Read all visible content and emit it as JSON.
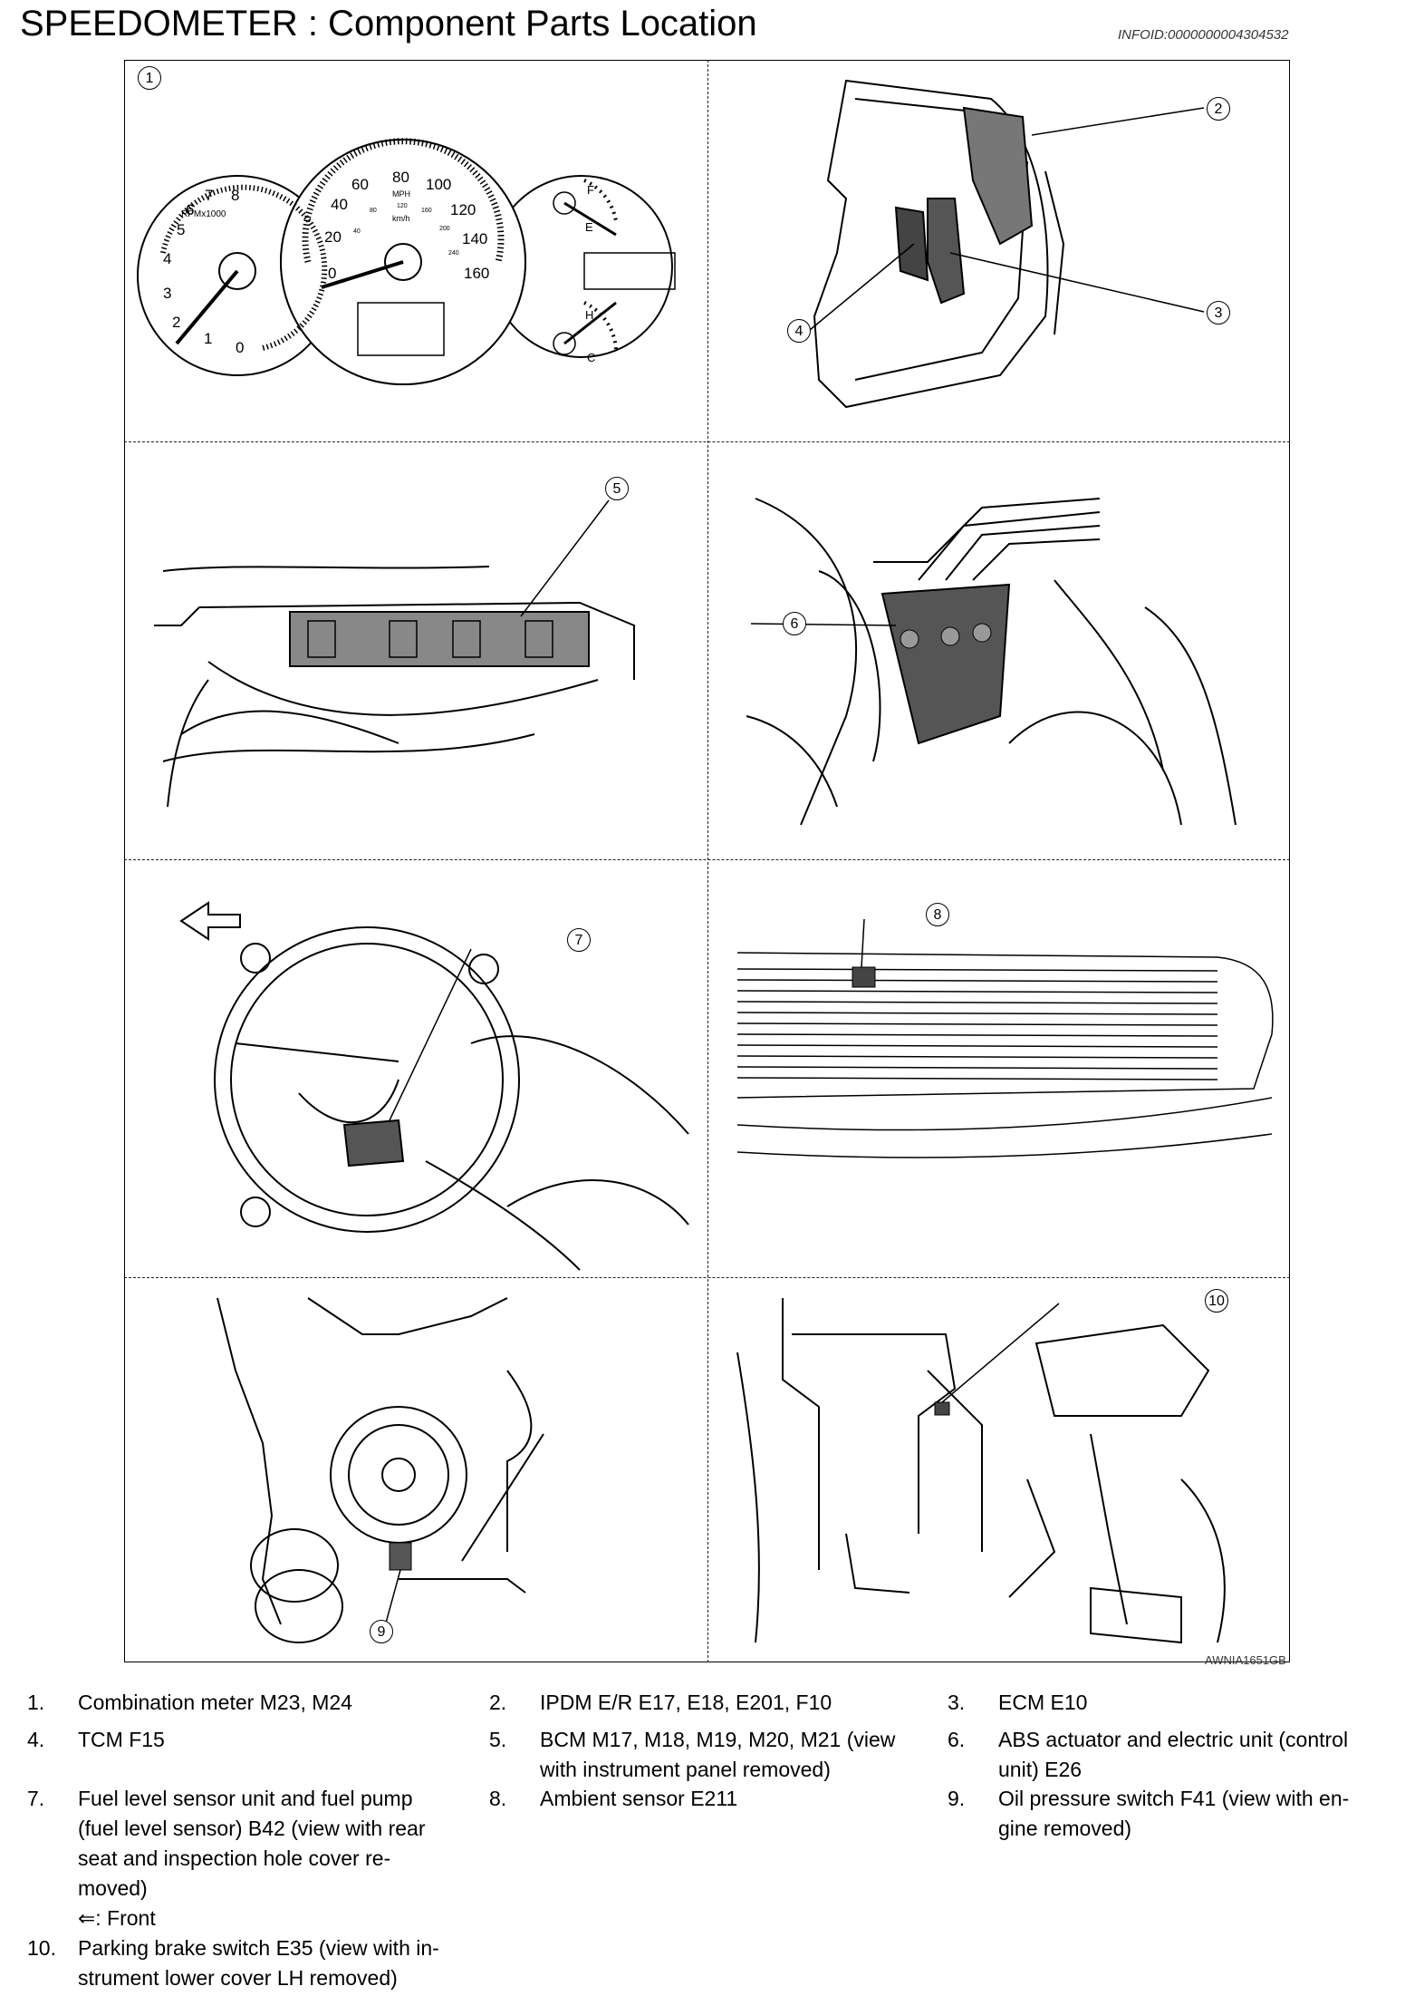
{
  "header": {
    "title": "SPEEDOMETER : Component Parts Location",
    "infoid": "INFOID:0000000004304532"
  },
  "figure": {
    "code": "AWNIA1651GB",
    "callouts": [
      "1",
      "2",
      "3",
      "4",
      "5",
      "6",
      "7",
      "8",
      "9",
      "10"
    ],
    "gauge_labels": {
      "tach": [
        "7",
        "8",
        "6",
        "5",
        "4",
        "3",
        "2",
        "1",
        "0",
        "RPMx1000"
      ],
      "speedo": [
        "80",
        "60",
        "100",
        "40",
        "120",
        "20",
        "140",
        "0",
        "160",
        "MPH",
        "km/h",
        "120",
        "80",
        "160",
        "200",
        "40",
        "240"
      ],
      "fuel": [
        "F",
        "E"
      ],
      "temp": [
        "H",
        "C"
      ]
    }
  },
  "legend": [
    {
      "num": "1.",
      "lines": [
        "Combination meter M23, M24"
      ]
    },
    {
      "num": "2.",
      "lines": [
        "IPDM E/R E17, E18, E201, F10"
      ]
    },
    {
      "num": "3.",
      "lines": [
        "ECM E10"
      ]
    },
    {
      "num": "4.",
      "lines": [
        "TCM F15"
      ]
    },
    {
      "num": "5.",
      "lines": [
        "BCM M17, M18, M19, M20, M21 (view",
        "with instrument panel removed)"
      ]
    },
    {
      "num": "6.",
      "lines": [
        "ABS actuator and electric unit (control",
        "unit) E26"
      ]
    },
    {
      "num": "7.",
      "lines": [
        "Fuel level sensor unit and fuel pump",
        "(fuel level sensor) B42 (view with rear",
        "seat and inspection hole cover re-",
        "moved)",
        "⇐: Front"
      ]
    },
    {
      "num": "8.",
      "lines": [
        "Ambient sensor E211"
      ]
    },
    {
      "num": "9.",
      "lines": [
        "Oil pressure switch F41 (view with en-",
        "gine removed)"
      ]
    },
    {
      "num": "10.",
      "lines": [
        "Parking brake switch E35 (view with in-",
        "strument lower cover LH removed)"
      ]
    }
  ]
}
